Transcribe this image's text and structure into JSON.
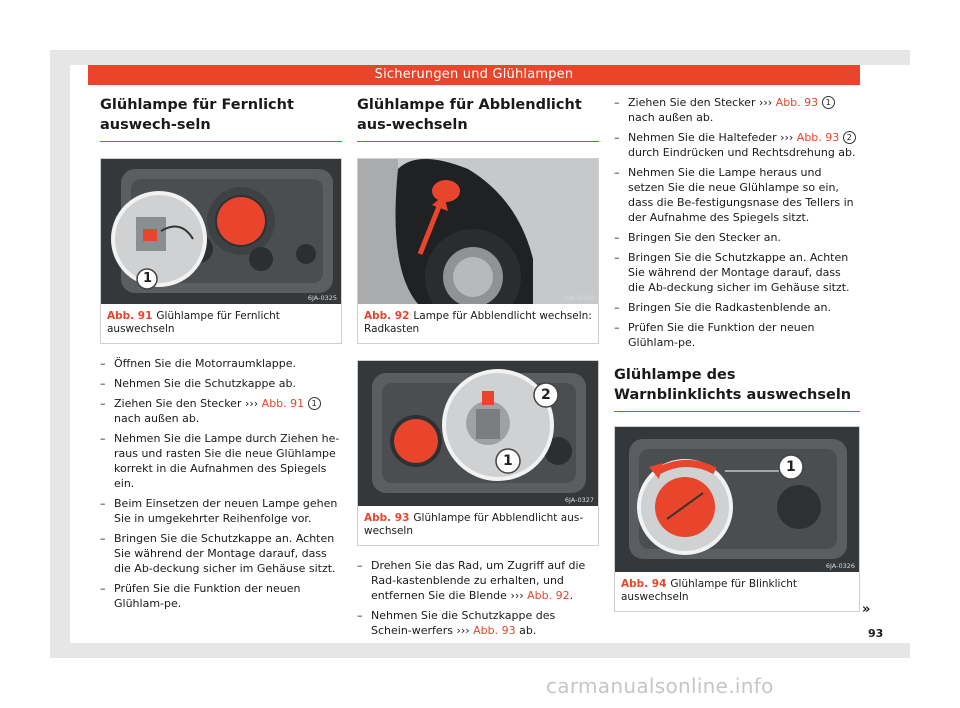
{
  "header": "Sicherungen und Glühlampen",
  "page_number": "93",
  "continue_mark": "»",
  "watermark": "carmanualsonline.info",
  "col1": {
    "title": "Glühlampe für Fernlicht auswech-seln",
    "figure": {
      "code": "6JA-0325",
      "callout": "1",
      "label": "Abb. 91",
      "caption": "Glühlampe für Fernlicht auswechseln"
    },
    "steps": [
      "Öffnen Sie die Motorraumklappe.",
      "Nehmen Sie die Schutzkappe ab.",
      {
        "pre": "Ziehen Sie den Stecker ",
        "arrows": "›››",
        "ref": "Abb. 91",
        "num": "1",
        "post": " nach außen ab."
      },
      "Nehmen Sie die Lampe durch Ziehen he-raus und rasten Sie die neue Glühlampe korrekt in die Aufnahmen des Spiegels ein.",
      "Beim Einsetzen der neuen Lampe gehen Sie in umgekehrter Reihenfolge vor.",
      "Bringen Sie die Schutzkappe an. Achten Sie während der Montage darauf, dass die Ab-deckung sicher im Gehäuse sitzt.",
      "Prüfen Sie die Funktion der neuen Glühlam-pe."
    ]
  },
  "col2": {
    "title": "Glühlampe für Abblendlicht aus-wechseln",
    "figure92": {
      "code": "6JA-0360",
      "label": "Abb. 92",
      "caption": "Lampe für Abblendlicht wechseln: Radkasten"
    },
    "figure93": {
      "code": "6JA-0327",
      "callout_a": "2",
      "callout_b": "1",
      "label": "Abb. 93",
      "caption": "Glühlampe für Abblendlicht aus-wechseln"
    },
    "steps": [
      {
        "pre": "Drehen Sie das Rad, um Zugriff auf die Rad-kastenblende zu erhalten, und entfernen Sie die Blende ",
        "arrows": "›››",
        "ref": "Abb. 92",
        "post": "."
      },
      {
        "pre": "Nehmen Sie die Schutzkappe des Schein-werfers ",
        "arrows": "›››",
        "ref": "Abb. 93",
        "post": " ab."
      }
    ]
  },
  "col3": {
    "steps": [
      {
        "pre": "Ziehen Sie den Stecker ",
        "arrows": "›››",
        "ref": "Abb. 93",
        "num": "1",
        "post": " nach außen ab."
      },
      {
        "pre": "Nehmen Sie die Haltefeder ",
        "arrows": "›››",
        "ref": "Abb. 93",
        "num": "2",
        "post": " durch Eindrücken und Rechtsdrehung ab."
      },
      "Nehmen Sie die Lampe heraus und setzen Sie die neue Glühlampe so ein, dass die Be-festigungsnase des Tellers in der Aufnahme des Spiegels sitzt.",
      "Bringen Sie den Stecker an.",
      "Bringen Sie die Schutzkappe an. Achten Sie während der Montage darauf, dass die Ab-deckung sicher im Gehäuse sitzt.",
      "Bringen Sie die Radkastenblende an.",
      "Prüfen Sie die Funktion der neuen Glühlam-pe."
    ],
    "title": "Glühlampe des Warnblinklichts auswechseln",
    "figure": {
      "code": "6JA-0326",
      "callout": "1",
      "label": "Abb. 94",
      "caption": "Glühlampe für Blinklicht auswechseln"
    }
  }
}
